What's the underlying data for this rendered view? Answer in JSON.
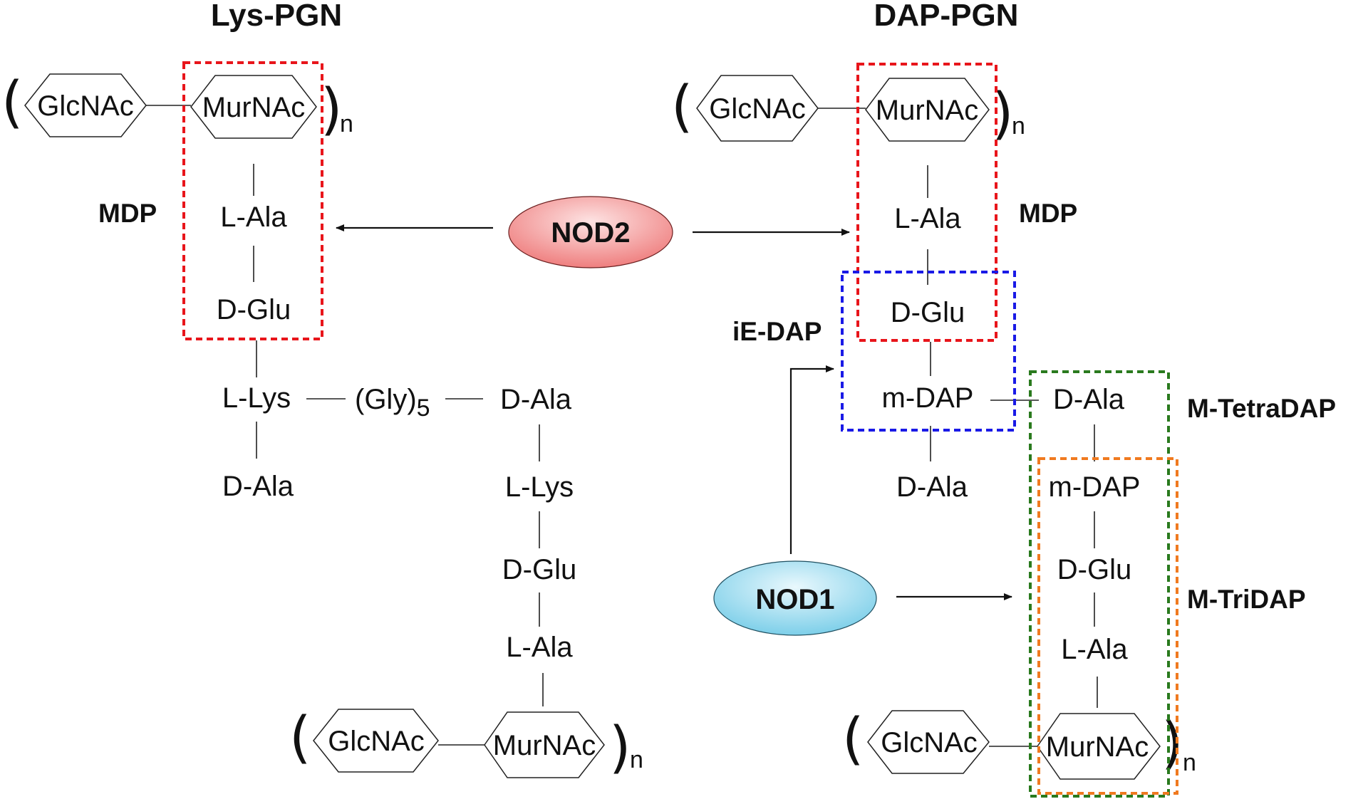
{
  "titles": {
    "lys": "Lys-PGN",
    "dap": "DAP-PGN"
  },
  "sugars": {
    "glcnac": "GlcNAc",
    "murnac": "MurNAc"
  },
  "repeat_sub": "n",
  "paren_open": "(",
  "paren_close": ")",
  "nodes": {
    "nod2": "NOD2",
    "nod1": "NOD1"
  },
  "box_labels": {
    "mdp_left": "MDP",
    "mdp_right": "MDP",
    "ie_dap": "iE-DAP",
    "m_tetradap": "M-TetraDAP",
    "m_tridap": "M-TriDAP"
  },
  "lys_pgn": {
    "chain": [
      "L-Ala",
      "D-Glu",
      "L-Lys",
      "D-Ala"
    ],
    "bridge_prefix": "(Gly)",
    "bridge_sub": "5",
    "crosslink_chain": [
      "D-Ala",
      "L-Lys",
      "D-Glu",
      "L-Ala"
    ]
  },
  "dap_pgn": {
    "chain": [
      "L-Ala",
      "D-Glu",
      "m-DAP",
      "D-Ala"
    ],
    "crosslink_chain": [
      "D-Ala",
      "m-DAP",
      "D-Glu",
      "L-Ala"
    ]
  },
  "colors": {
    "mdp": "#e8151b",
    "ie_dap": "#1a1ae6",
    "m_tetradap": "#2a7a1e",
    "m_tridap": "#f07a20",
    "nod2_fill": "#f28f8f",
    "nod1_fill": "#8fd8ec"
  }
}
